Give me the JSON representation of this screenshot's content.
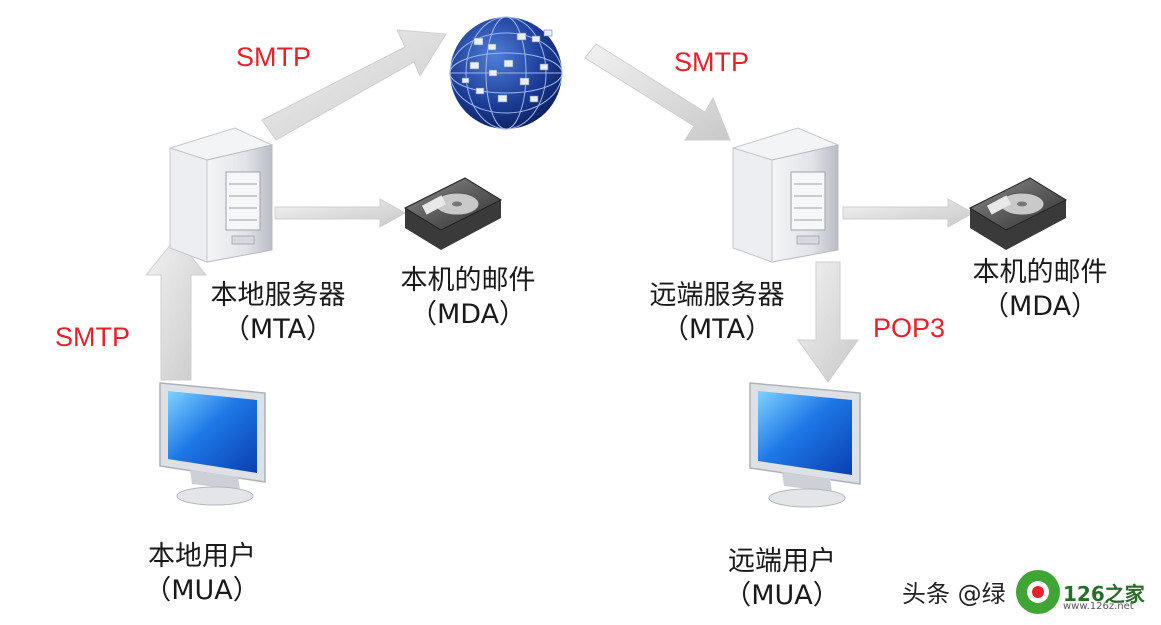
{
  "protocols": {
    "smtp_up": "SMTP",
    "smtp_right": "SMTP",
    "smtp_left": "SMTP",
    "pop3": "POP3"
  },
  "local": {
    "server_name": "本地服务器",
    "server_role": "（MTA）",
    "mailbox_name": "本机的邮件",
    "mailbox_role": "（MDA）",
    "user_name": "本地用户",
    "user_role": "（MUA）"
  },
  "remote": {
    "server_name": "远端服务器",
    "server_role": "（MTA）",
    "mailbox_name": "本机的邮件",
    "mailbox_role": "（MDA）",
    "user_name": "远端用户",
    "user_role": "（MUA）"
  },
  "watermark": {
    "source": "头条 @绿",
    "site": "126之家",
    "url": "www.126z.net"
  },
  "colors": {
    "protocol_text": "#e8202a",
    "arrow": "#d9d9d9",
    "server": "#e4e6ea",
    "globe": "#1d3f9a",
    "screen": "#1e78e6"
  }
}
